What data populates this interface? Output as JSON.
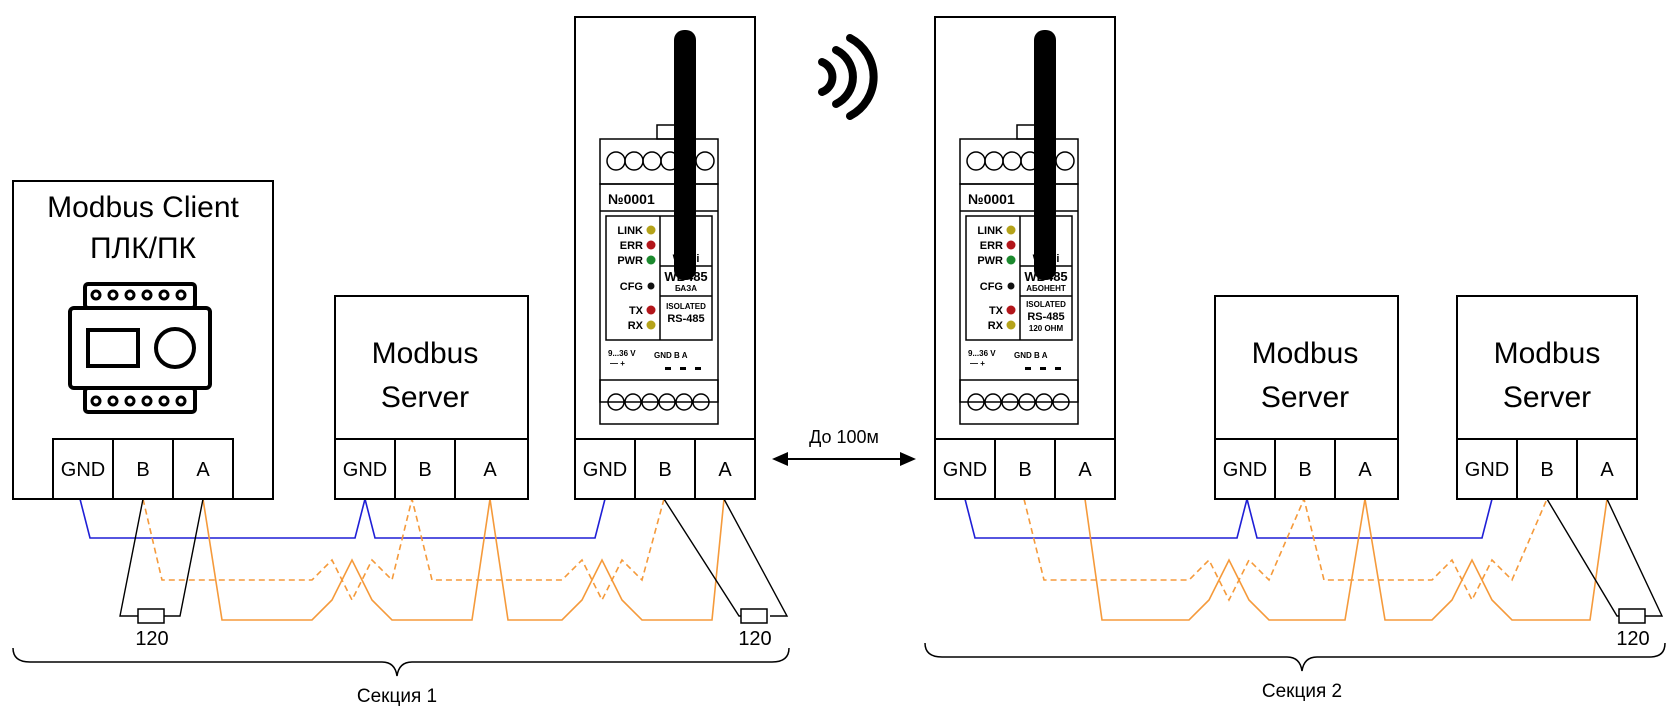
{
  "client": {
    "title": "Modbus Client",
    "subtitle": "ПЛК/ПК",
    "terminals": [
      "GND",
      "B",
      "A"
    ]
  },
  "servers": [
    {
      "line1": "Modbus",
      "line2": "Server",
      "terminals": [
        "GND",
        "B",
        "A"
      ]
    },
    {
      "line1": "Modbus",
      "line2": "Server",
      "terminals": [
        "GND",
        "B",
        "A"
      ]
    },
    {
      "line1": "Modbus",
      "line2": "Server",
      "terminals": [
        "GND",
        "B",
        "A"
      ]
    }
  ],
  "devices": [
    {
      "serial": "№0001",
      "wifi": "Wi-Fi",
      "model": "WB485",
      "role": "БАЗА",
      "iso1": "ISOLATED",
      "iso2": "RS-485",
      "iso3": "",
      "leds": [
        "LINK",
        "ERR",
        "PWR",
        "CFG",
        "TX",
        "RX"
      ],
      "power": "9...36 V",
      "power_signs": "—  +",
      "bus": "GND  B   A",
      "terminals": [
        "GND",
        "B",
        "A"
      ]
    },
    {
      "serial": "№0001",
      "wifi": "Wi-Fi",
      "model": "WB485",
      "role": "АБОНЕНТ",
      "iso1": "ISOLATED",
      "iso2": "RS-485",
      "iso3": "120 OHM",
      "leds": [
        "LINK",
        "ERR",
        "PWR",
        "CFG",
        "TX",
        "RX"
      ],
      "power": "9...36 V",
      "power_signs": "—  +",
      "bus": "GND  B   A",
      "terminals": [
        "GND",
        "B",
        "A"
      ]
    }
  ],
  "distance_label": "До 100м",
  "resistors": [
    "120",
    "120",
    "120"
  ],
  "sections": [
    "Секция 1",
    "Секция 2"
  ],
  "colors": {
    "gnd_wire": "#1f1fd6",
    "data_wire": "#f59a3b",
    "led_yellow": "#b5a31a",
    "led_red": "#b3161b",
    "led_green": "#1c8a2e",
    "led_black": "#111111"
  }
}
